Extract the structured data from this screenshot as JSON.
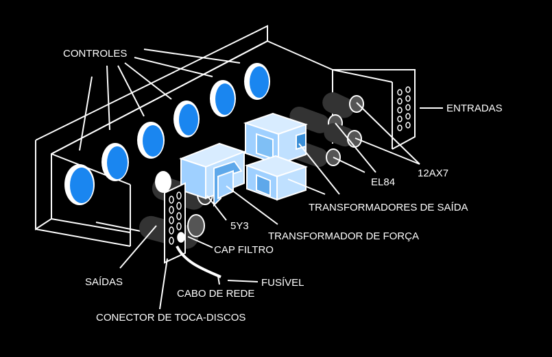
{
  "colors": {
    "background": "#000000",
    "line": "#ffffff",
    "knob": "#1a86f0",
    "transformer": "#9fd0ff"
  },
  "labels": {
    "controles": "CONTROLES",
    "entradas": "ENTRADAS",
    "ax7": "12AX7",
    "el84": "EL84",
    "transformadores_saida": "TRANSFORMADORES DE SAÍDA",
    "y3": "5Y3",
    "transformador_forca": "TRANSFORMADOR DE FORÇA",
    "cap_filtro": "CAP FILTRO",
    "saidas": "SAÍDAS",
    "fusivel": "FUSÍVEL",
    "cabo_rede": "CABO DE REDE",
    "conector": "CONECTOR DE TOCA-DISCOS"
  }
}
